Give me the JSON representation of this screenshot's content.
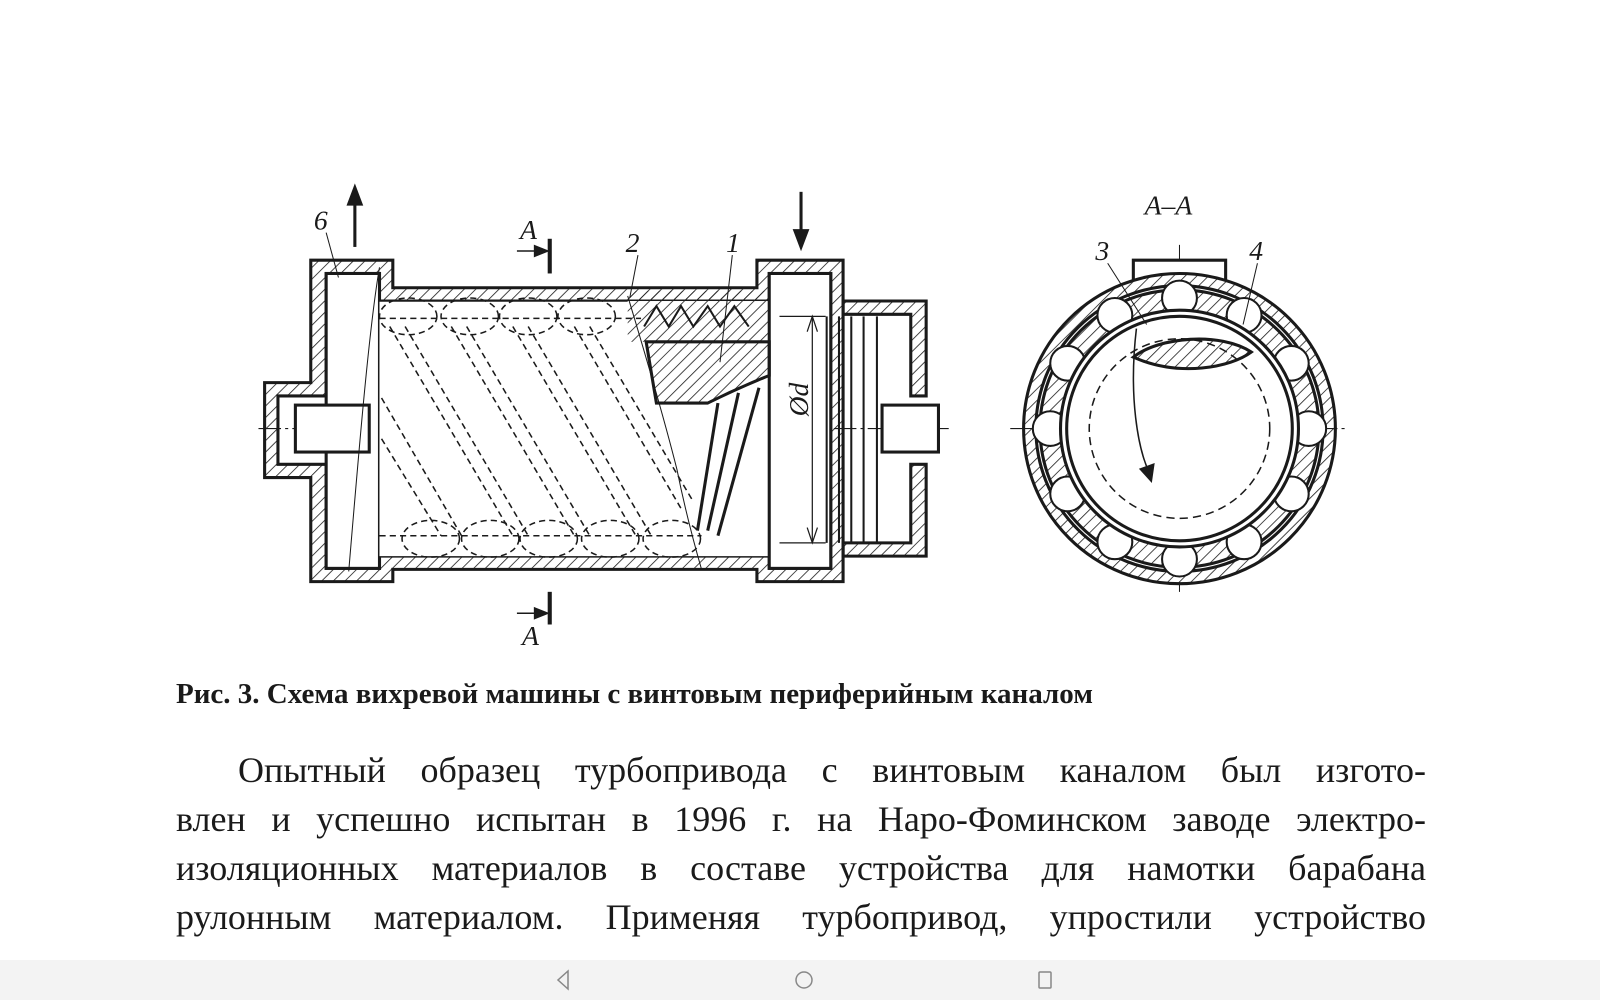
{
  "figure": {
    "labels": {
      "l6": "6",
      "l2": "2",
      "l1": "1",
      "l3": "3",
      "l4": "4",
      "section_top": "A",
      "section_bottom": "A",
      "section_view": "A–A",
      "diameter": "Ød"
    }
  },
  "caption": "Рис. 3. Схема вихревой машины с винтовым периферийным каналом",
  "paragraph": [
    "Опытный образец турбопривода с винтовым каналом был изгото-",
    "влен и успешно испытан в 1996 г. на Наро-Фоминском заводе электро-",
    "изоляционных материалов в составе устройства для намотки барабана",
    "рулонным материалом. Применяя турбопривод, упростили устройство"
  ],
  "navbar": {
    "icons": [
      "back-icon",
      "home-icon",
      "recents-icon"
    ]
  }
}
